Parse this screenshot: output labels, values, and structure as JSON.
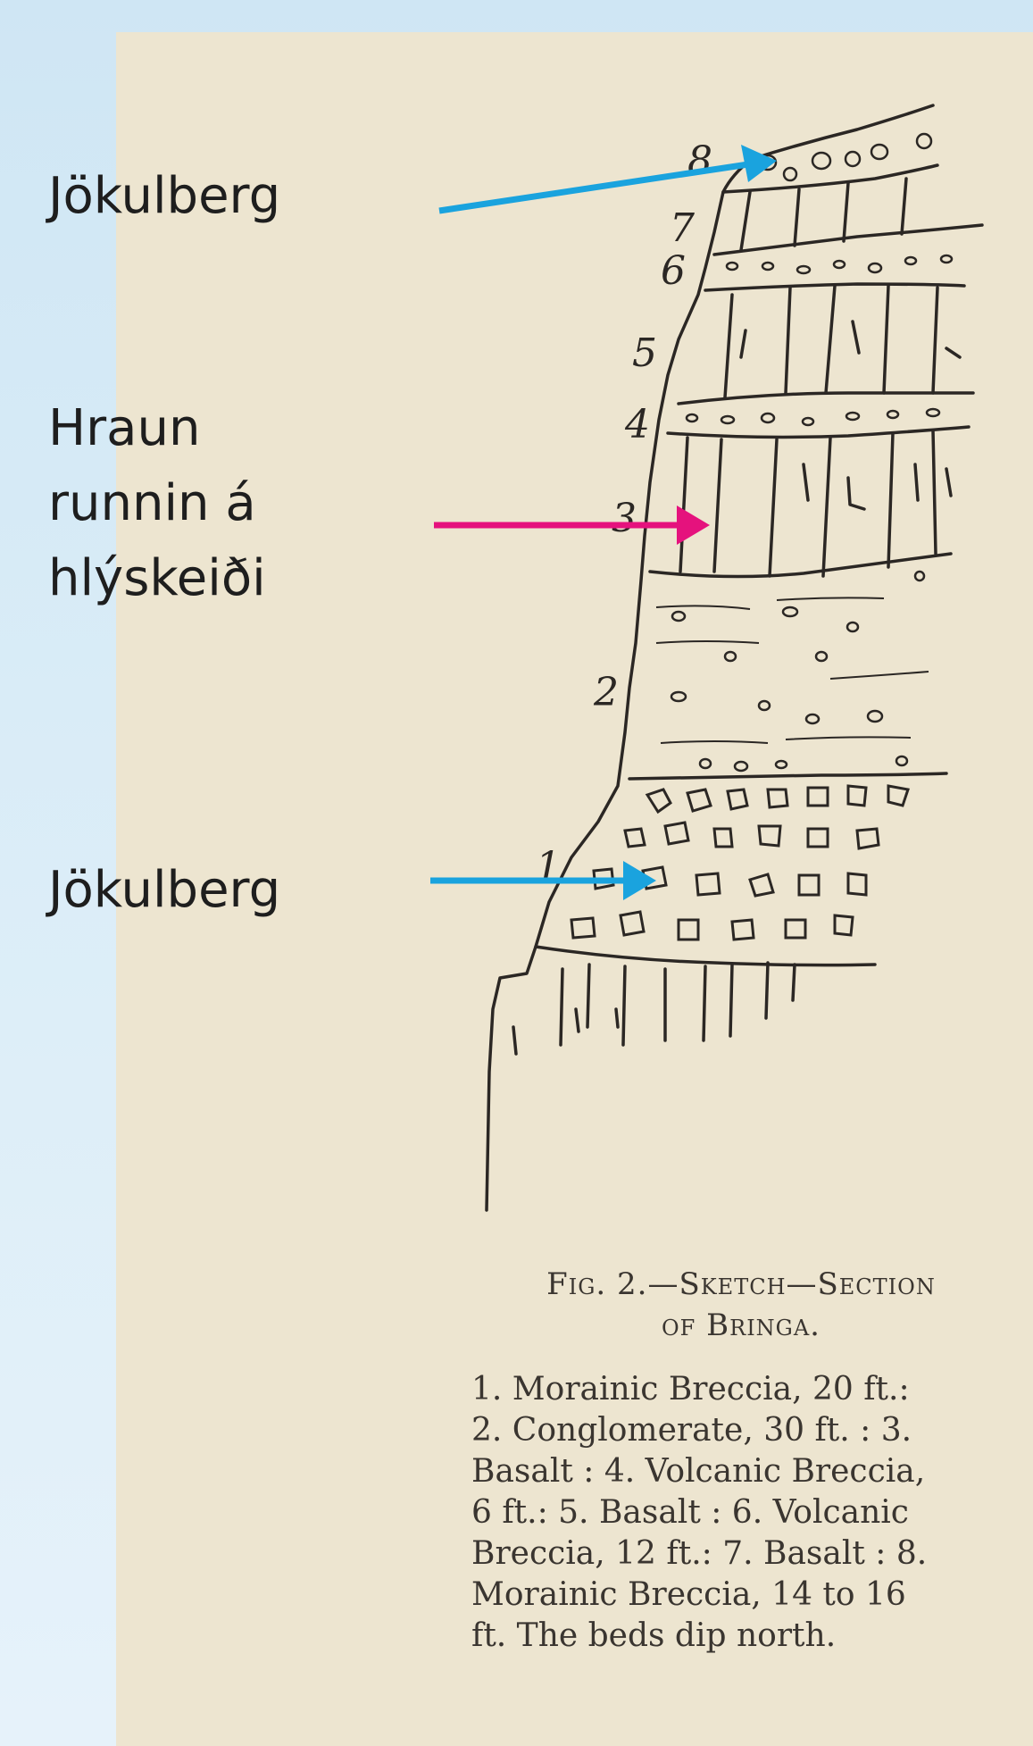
{
  "labels": {
    "top": "Jökulberg",
    "middle_lines": [
      "Hraun",
      "runnin á",
      "hlýskeiði"
    ],
    "bottom": "Jökulberg"
  },
  "arrow_colors": {
    "blue": "#1aa3de",
    "magenta": "#e5127d"
  },
  "layer_numbers": [
    "8",
    "7",
    "6",
    "5",
    "4",
    "3",
    "2",
    "1"
  ],
  "caption": {
    "title_lines": [
      "Fig. 2.—Sketch—Section",
      "of Bringa."
    ],
    "body_lines": [
      "1. Morainic Breccia, 20 ft.:",
      "2. Conglomerate, 30 ft. : 3.",
      "Basalt : 4. Volcanic Breccia,",
      "6 ft.: 5. Basalt : 6. Volcanic",
      "Breccia, 12 ft.: 7. Basalt : 8.",
      "Morainic Breccia, 14 to 16",
      "ft. The beds dip north."
    ]
  }
}
